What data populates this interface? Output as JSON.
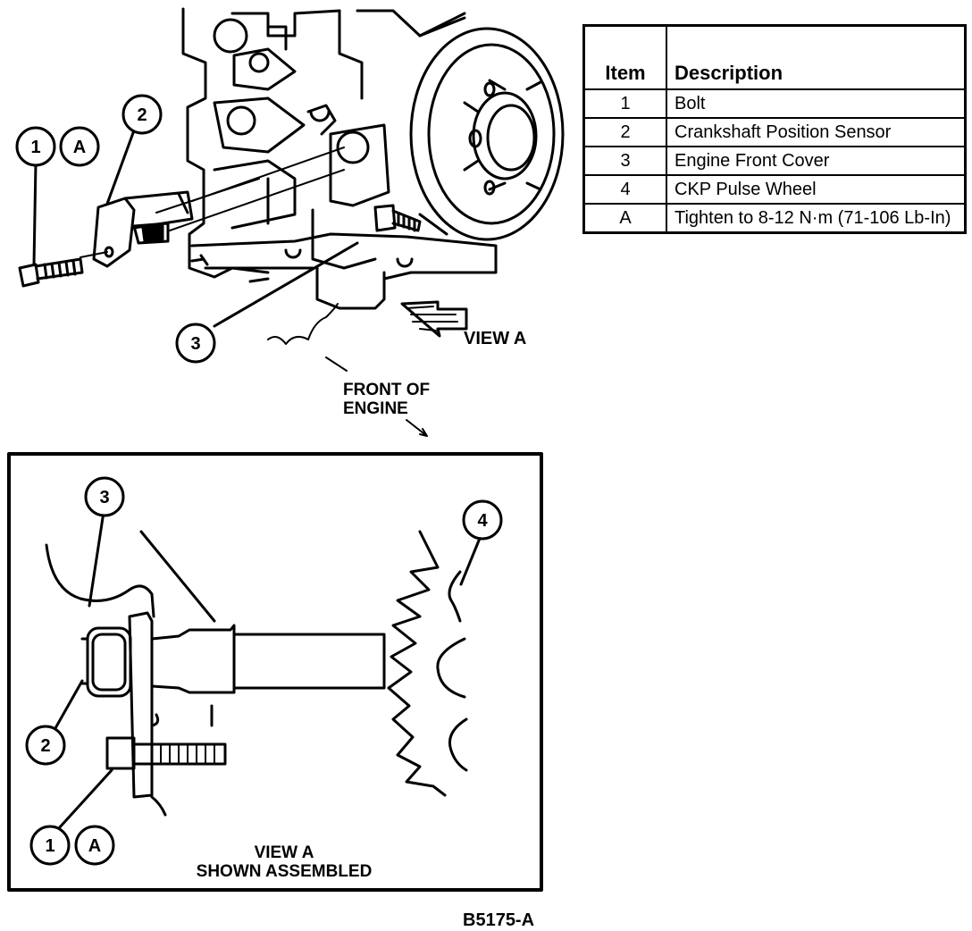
{
  "legend": {
    "header_item": "Item",
    "header_description": "Description",
    "rows": [
      {
        "item": "1",
        "description": "Bolt"
      },
      {
        "item": "2",
        "description": "Crankshaft Position Sensor"
      },
      {
        "item": "3",
        "description": "Engine Front Cover"
      },
      {
        "item": "4",
        "description": "CKP Pulse Wheel"
      },
      {
        "item": "A",
        "description": "Tighten to 8-12 N·m (71-106 Lb-In)"
      }
    ]
  },
  "callouts": {
    "item1": "1",
    "item2": "2",
    "item3": "3",
    "item4": "4",
    "itemA": "A"
  },
  "labels": {
    "view_a": "VIEW A",
    "front_line1": "FRONT OF",
    "front_line2": "ENGINE",
    "view_a_assembled_line1": "VIEW A",
    "view_a_assembled_line2": "SHOWN ASSEMBLED",
    "figure_code": "B5175-A"
  }
}
